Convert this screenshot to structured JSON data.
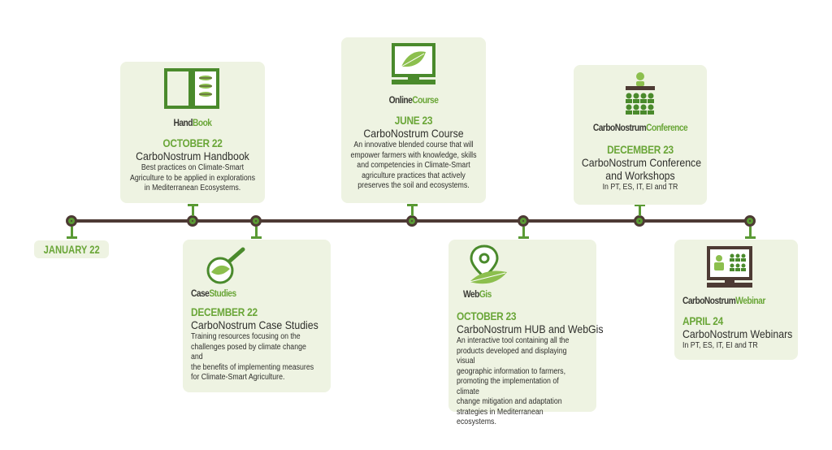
{
  "timeline": {
    "start_label": "JANUARY 22"
  },
  "cards": {
    "handbook": {
      "label_a": "Hand",
      "label_b": "Book",
      "date": "OCTOBER 22",
      "title": "CarboNostrum Handbook",
      "body": "Best practices on Climate-Smart\nAgriculture to be applied in explorations\nin Mediterranean Ecosystems.",
      "icon": "open-book-icon"
    },
    "case_studies": {
      "label_a": "Case",
      "label_b": "Studies",
      "date": "DECEMBER 22",
      "title": "CarboNostrum Case Studies",
      "body": "Training resources focusing on the\nchallenges posed by climate change and\nthe benefits of implementing measures\nfor Climate-Smart Agriculture.",
      "icon": "magnifier-leaf-icon"
    },
    "course": {
      "label_a": "Online",
      "label_b": "Course",
      "date": "JUNE 23",
      "title": "CarboNostrum Course",
      "body": "An innovative blended course that will\nempower farmers with knowledge, skills\nand competencies in Climate-Smart\nagriculture practices that actively\npreserves the soil and ecosystems.",
      "icon": "monitor-leaf-icon"
    },
    "webgis": {
      "label_a": "Web",
      "label_b": "Gis",
      "date": "OCTOBER 23",
      "title": "CarboNostrum HUB and WebGis",
      "body": "An interactive tool containing all the\nproducts developed and displaying visual\ngeographic information to farmers,\npromoting the implementation of climate\nchange mitigation and adaptation\nstrategies in Mediterranean ecosystems.",
      "icon": "map-pin-leaf-icon"
    },
    "conference": {
      "label_a": "CarboNostrum",
      "label_b": "Conference",
      "date": "DECEMBER 23",
      "title": "CarboNostrum Conference",
      "title2": "and Workshops",
      "body": "In PT, ES, IT, EI and TR",
      "icon": "audience-icon"
    },
    "webinar": {
      "label_a": "CarboNostrum",
      "label_b": "Webinar",
      "date": "APRIL 24",
      "title": "CarboNostrum Webinars",
      "body": "In PT, ES, IT, EI and TR",
      "icon": "webinar-screen-icon"
    }
  },
  "colors": {
    "green": "#6aa638",
    "dark": "#4d3a34",
    "card_bg": "#eef3e2"
  }
}
